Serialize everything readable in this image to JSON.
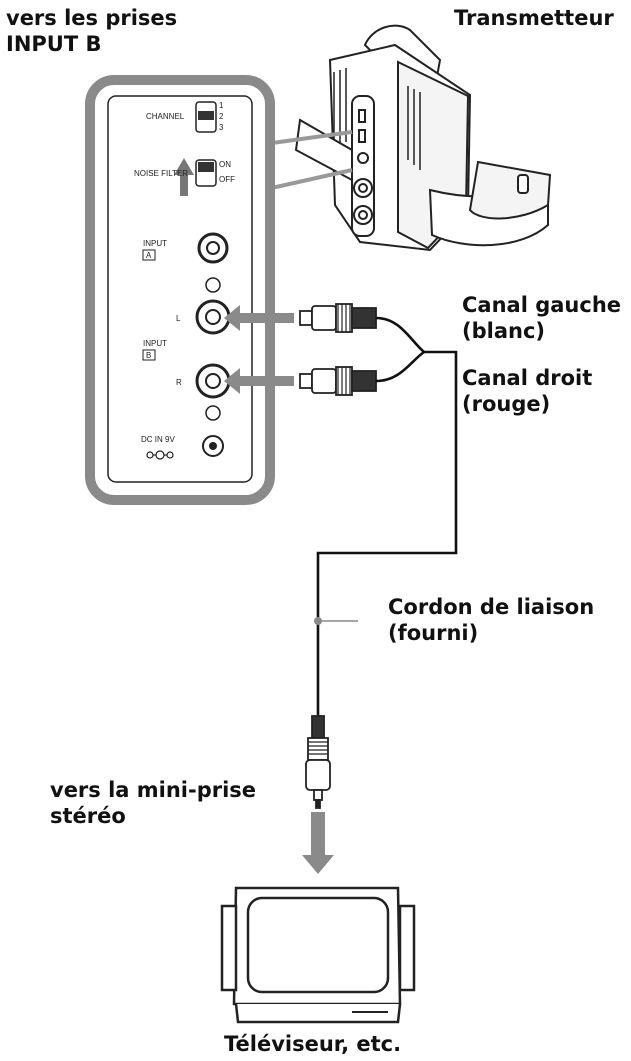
{
  "labels": {
    "to_inputs_line1": "vers les prises",
    "to_inputs_line2": "INPUT B",
    "transmitter": "Transmetteur",
    "left_channel_line1": "Canal gauche",
    "left_channel_line2": "(blanc)",
    "right_channel_line1": "Canal droit",
    "right_channel_line2": "(rouge)",
    "cord_line1": "Cordon de liaison",
    "cord_line2": "(fourni)",
    "to_minijack_line1": "vers la mini-prise",
    "to_minijack_line2": "stéréo",
    "tv": "Téléviseur, etc."
  },
  "panel": {
    "channel": "CHANNEL",
    "ch1": "1",
    "ch2": "2",
    "ch3": "3",
    "noise_filter": "NOISE FILTER",
    "on": "ON",
    "off": "OFF",
    "input_a": "INPUT",
    "input_a_letter": "A",
    "input_b": "INPUT",
    "input_b_letter": "B",
    "jack_l": "L",
    "jack_r": "R",
    "dc_in": "DC IN 9V"
  }
}
